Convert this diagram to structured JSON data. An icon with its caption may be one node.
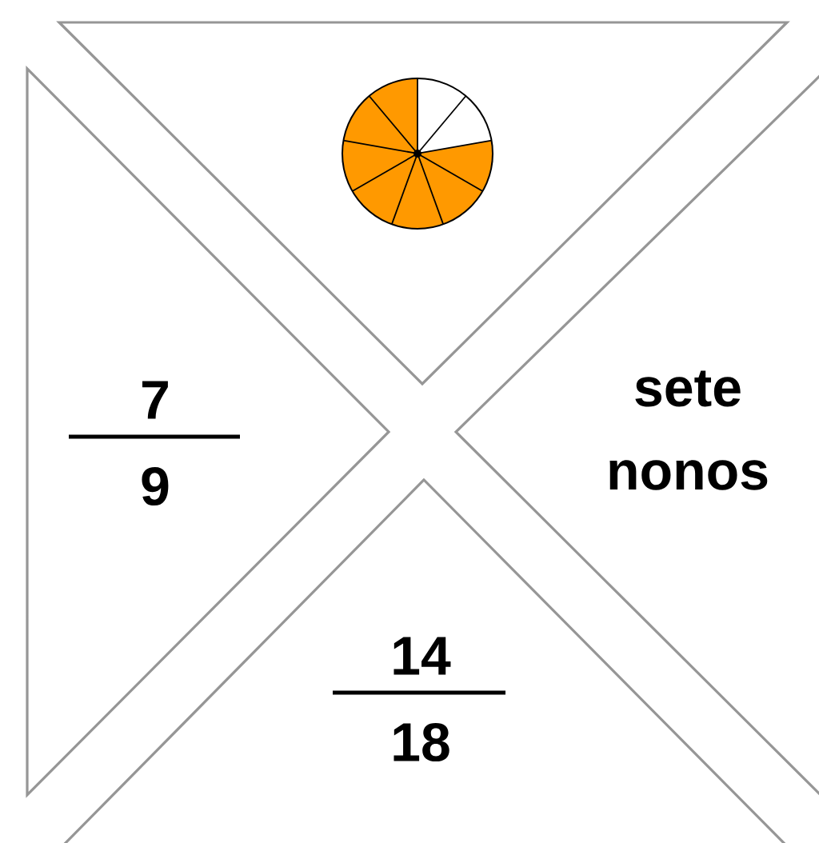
{
  "diagram": {
    "nodes": [
      {
        "text": [],
        "shape": "triangle"
      },
      {
        "text": [],
        "shape": "picture",
        "in": 0
      },
      {
        "text": [
          "7",
          "9"
        ]
      },
      {
        "text": [
          "sete",
          "nonos"
        ]
      },
      {
        "text": [
          "14",
          "18"
        ]
      }
    ]
  }
}
